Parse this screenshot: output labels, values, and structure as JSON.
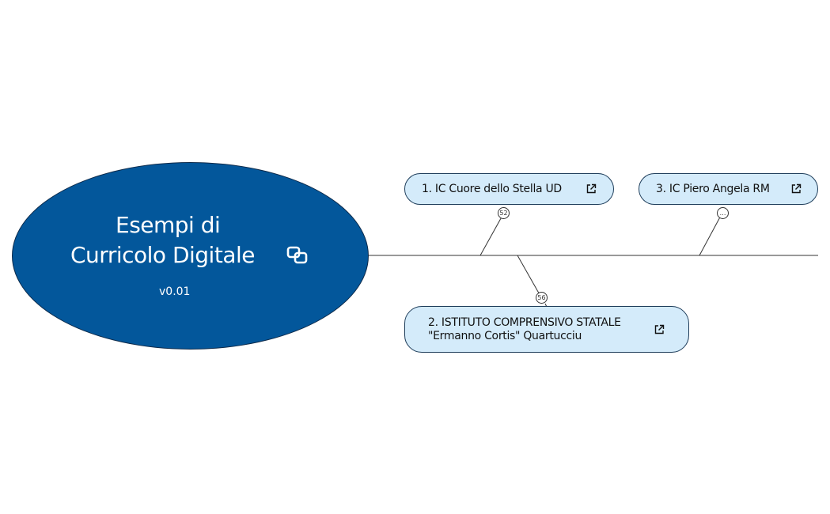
{
  "central_topic": {
    "title_line1": "Esempi di",
    "title_line2": "Curricolo Digitale",
    "version": "v0.01",
    "icon": "link-icon"
  },
  "topics": [
    {
      "label": "1. IC Cuore dello Stella UD",
      "badge": "52",
      "icon": "external-link-icon"
    },
    {
      "label_line1": "2. ISTITUTO COMPRENSIVO STATALE",
      "label_line2": "\"Ermanno Cortis\" Quartucciu",
      "badge": "56",
      "icon": "external-link-icon"
    },
    {
      "label": "3. IC Piero Angela RM",
      "badge": "…",
      "icon": "external-link-icon"
    }
  ],
  "colors": {
    "central_fill": "#03579b",
    "topic_fill": "#d4ebfa",
    "topic_border": "#1f3e5b",
    "connector": "#333333"
  }
}
